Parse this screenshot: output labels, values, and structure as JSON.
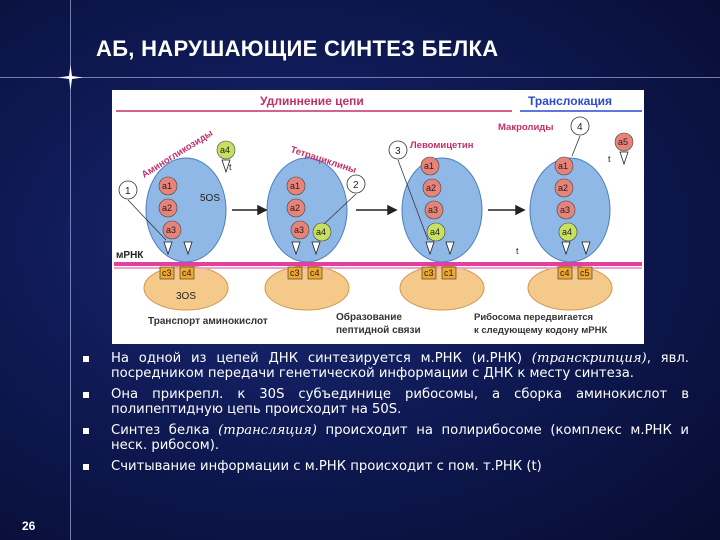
{
  "title": "АБ, НАРУШАЮЩИЕ СИНТЕЗ БЕЛКА",
  "diagram": {
    "header_elongation": "Удлиннение цепи",
    "header_translocation": "Транслокация",
    "drug_aminoglycosides": "Аминогликозиды",
    "drug_tetracyclines": "Тетрациклины",
    "drug_chloramphenicol": "Левомицетин",
    "drug_macrolides": "Макролиды",
    "num_1": "1",
    "num_2": "2",
    "num_3": "3",
    "num_4": "4",
    "label_50s": "5OS",
    "label_30s": "3OS",
    "label_mrna": "мРНК",
    "label_t": "t",
    "aa": [
      "a1",
      "a2",
      "a3",
      "a4",
      "a5"
    ],
    "codons": [
      "c3",
      "c4",
      "c1",
      "c5"
    ],
    "caption_transport": "Транспорт аминокислот",
    "caption_peptide": "Образование пептидной связи",
    "caption_peptide_l1": "Образование",
    "caption_peptide_l2": "пептидной связи",
    "caption_move_l1": "Рибосома передвигается",
    "caption_move_l2": "к следующему кодону мРНК",
    "colors": {
      "ribosome_blue": "#8fb8e6",
      "ribosome_orange": "#f5c98a",
      "mrna": "#e040a0",
      "aa_pink": "#e8837a",
      "accent_red": "#c0306a",
      "ok_green": "#c8e060",
      "header_blue": "#2a4ad0"
    }
  },
  "bullets": [
    {
      "pre": "На одной из цепей ДНК синтезируется м.РНК (и.РНК) ",
      "em": "(транскрипция)",
      "post": ", явл. посредником передачи генетической информации с ДНК к месту синтеза."
    },
    {
      "pre": "Она прикрепл. к 30S субъединице рибосомы, а сборка аминокислот в полипептидную цепь происходит на 50S.",
      "em": "",
      "post": ""
    },
    {
      "pre": "Синтез белка ",
      "em": "(трансляция)",
      "post": " происходит на полирибосоме (комплекс м.РНК и неск. рибосом)."
    },
    {
      "pre": "Считывание информации с м.РНК происходит с пом. т.РНК (t)",
      "em": "",
      "post": ""
    }
  ],
  "page_number": "26"
}
